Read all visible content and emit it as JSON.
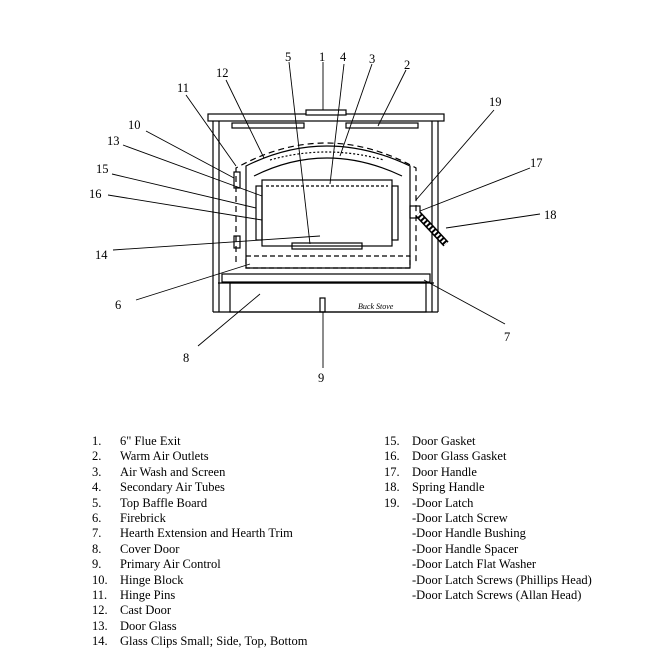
{
  "callouts": [
    "1",
    "2",
    "3",
    "4",
    "5",
    "6",
    "7",
    "8",
    "9",
    "10",
    "11",
    "12",
    "13",
    "14",
    "15",
    "16",
    "17",
    "18",
    "19"
  ],
  "brand": "Buck Stove",
  "legend_left": [
    {
      "num": "1.",
      "label": "6\" Flue Exit"
    },
    {
      "num": "2.",
      "label": "Warm Air Outlets"
    },
    {
      "num": "3.",
      "label": "Air Wash and Screen"
    },
    {
      "num": "4.",
      "label": "Secondary Air  Tubes"
    },
    {
      "num": "5.",
      "label": "Top Baffle Board"
    },
    {
      "num": "6.",
      "label": "Firebrick"
    },
    {
      "num": "7.",
      "label": "Hearth Extension and Hearth Trim"
    },
    {
      "num": "8.",
      "label": "Cover Door"
    },
    {
      "num": "9.",
      "label": "Primary Air Control"
    },
    {
      "num": "10.",
      "label": "Hinge Block"
    },
    {
      "num": "11.",
      "label": "Hinge Pins"
    },
    {
      "num": "12.",
      "label": "Cast Door"
    },
    {
      "num": "13.",
      "label": "Door Glass"
    },
    {
      "num": "14.",
      "label": "Glass Clips Small; Side, Top, Bottom"
    }
  ],
  "legend_right": [
    {
      "num": "15.",
      "label": "Door Gasket"
    },
    {
      "num": "16.",
      "label": "Door Glass Gasket"
    },
    {
      "num": "17.",
      "label": "Door Handle"
    },
    {
      "num": "18.",
      "label": "Spring Handle"
    },
    {
      "num": "19.",
      "label": "-Door Latch"
    }
  ],
  "latch_parts": [
    "-Door Latch Screw",
    "-Door Handle Bushing",
    "-Door Handle Spacer",
    "-Door Latch Flat Washer",
    "-Door Latch Screws (Phillips Head)",
    "-Door Latch Screws (Allan Head)"
  ]
}
